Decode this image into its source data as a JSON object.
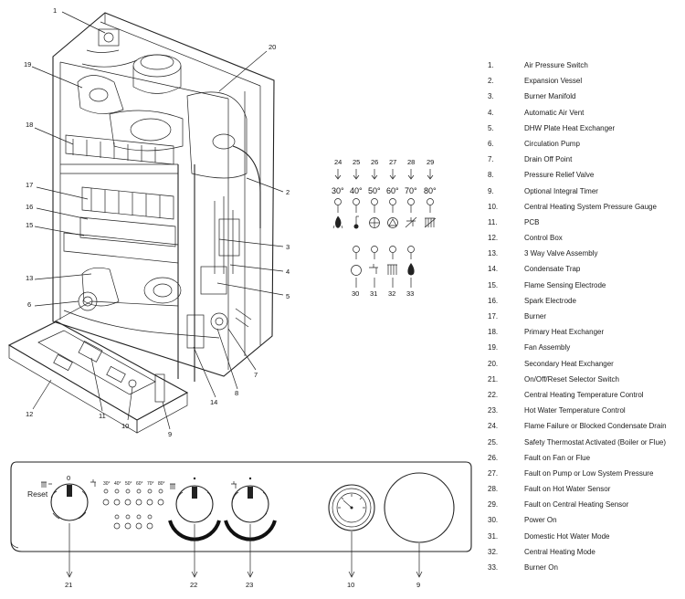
{
  "callouts": {
    "c1": "1",
    "c2": "2",
    "c3": "3",
    "c4": "4",
    "c5": "5",
    "c6": "6",
    "c7": "7",
    "c8": "8",
    "c9": "9",
    "c10": "10",
    "c11": "11",
    "c12": "12",
    "c13": "13",
    "c14": "14",
    "c15": "15",
    "c16": "16",
    "c17": "17",
    "c18": "18",
    "c19": "19",
    "c20": "20",
    "c21": "21",
    "c22": "22",
    "c23": "23",
    "c24": "24",
    "c25": "25",
    "c26": "26",
    "c27": "27",
    "c28": "28",
    "c29": "29",
    "c30": "30",
    "c31": "31",
    "c32": "32",
    "c33": "33",
    "p10": "10",
    "p9": "9"
  },
  "temps": [
    "30°",
    "40°",
    "50°",
    "60°",
    "70°",
    "80°"
  ],
  "panel": {
    "reset": "Reset",
    "selector_zero": "0",
    "mini_temps": [
      "30°",
      "40°",
      "50°",
      "60°",
      "70°",
      "80°"
    ]
  },
  "legend": [
    {
      "n": "1.",
      "t": "Air Pressure Switch"
    },
    {
      "n": "2.",
      "t": "Expansion Vessel"
    },
    {
      "n": "3.",
      "t": "Burner Manifold"
    },
    {
      "n": "4.",
      "t": "Automatic Air Vent"
    },
    {
      "n": "5.",
      "t": "DHW Plate Heat Exchanger"
    },
    {
      "n": "6.",
      "t": "Circulation Pump"
    },
    {
      "n": "7.",
      "t": "Drain Off Point"
    },
    {
      "n": "8.",
      "t": "Pressure Relief Valve"
    },
    {
      "n": "9.",
      "t": "Optional Integral Timer"
    },
    {
      "n": "10.",
      "t": "Central Heating System Pressure Gauge"
    },
    {
      "n": "11.",
      "t": "PCB"
    },
    {
      "n": "12.",
      "t": "Control Box"
    },
    {
      "n": "13.",
      "t": "3 Way Valve Assembly"
    },
    {
      "n": "14.",
      "t": "Condensate Trap"
    },
    {
      "n": "15.",
      "t": "Flame Sensing Electrode"
    },
    {
      "n": "16.",
      "t": "Spark Electrode"
    },
    {
      "n": "17.",
      "t": "Burner"
    },
    {
      "n": "18.",
      "t": "Primary Heat Exchanger"
    },
    {
      "n": "19.",
      "t": "Fan Assembly"
    },
    {
      "n": "20.",
      "t": "Secondary Heat Exchanger"
    },
    {
      "n": "21.",
      "t": "On/Off/Reset Selector Switch"
    },
    {
      "n": "22.",
      "t": "Central Heating Temperature Control"
    },
    {
      "n": "23.",
      "t": "Hot Water Temperature Control"
    },
    {
      "n": "24.",
      "t": "Flame Failure or Blocked Condensate Drain"
    },
    {
      "n": "25.",
      "t": "Safety Thermostat Activated (Boiler or Flue)"
    },
    {
      "n": "26.",
      "t": "Fault on Fan or Flue"
    },
    {
      "n": "27.",
      "t": "Fault on Pump or Low System Pressure"
    },
    {
      "n": "28.",
      "t": "Fault on Hot Water Sensor"
    },
    {
      "n": "29.",
      "t": "Fault on Central Heating Sensor"
    },
    {
      "n": "30.",
      "t": "Power On"
    },
    {
      "n": "31.",
      "t": "Domestic Hot Water Mode"
    },
    {
      "n": "32.",
      "t": "Central Heating Mode"
    },
    {
      "n": "33.",
      "t": "Burner On"
    }
  ],
  "icons": [
    "flame-icon",
    "thermometer-icon",
    "fan-icon",
    "pump-icon",
    "tap-fault-icon",
    "radiator-fault-icon",
    "power-icon",
    "tap-icon",
    "radiator-icon",
    "burner-flame-icon"
  ]
}
